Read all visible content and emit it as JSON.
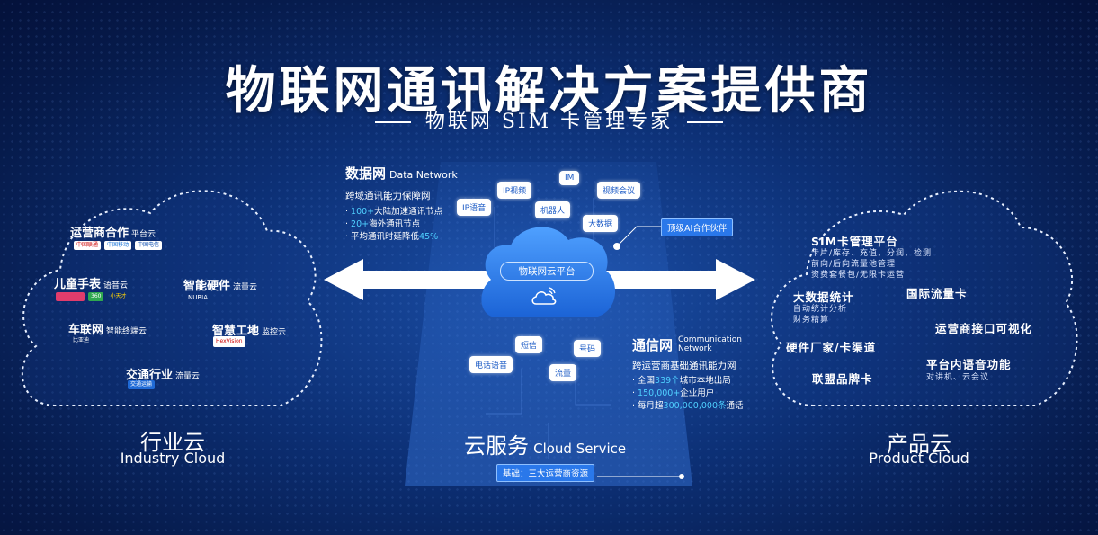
{
  "title": "物联网通讯解决方案提供商",
  "subtitle": "物联网 SIM 卡管理专家",
  "industry_cloud": {
    "label_cn": "行业云",
    "label_en": "Industry Cloud",
    "items": [
      {
        "name": "运营商合作",
        "suffix": "平台云"
      },
      {
        "name": "儿童手表",
        "suffix": "语音云"
      },
      {
        "name": "智能硬件",
        "suffix": "流量云"
      },
      {
        "name": "车联网",
        "suffix": "智能终端云"
      },
      {
        "name": "智慧工地",
        "suffix": "监控云"
      },
      {
        "name": "交通行业",
        "suffix": "流量云"
      }
    ],
    "logos": {
      "carrier": [
        "中国联通",
        "中国移动",
        "中国电信"
      ],
      "watch": [
        "360",
        "小天才"
      ],
      "hardware": "NUBIA",
      "car": "比亚迪",
      "site": "HexVision",
      "traffic": "交通运输"
    }
  },
  "data_network": {
    "title_cn": "数据网",
    "title_en": "Data Network",
    "desc": "跨域通讯能力保障网",
    "bullets": [
      {
        "pre": "· ",
        "hl": "100+",
        "post": "大陆加速通讯节点"
      },
      {
        "pre": "· ",
        "hl": "20+",
        "post": "海外通讯节点"
      },
      {
        "pre": "· 平均通讯时延降低",
        "hl": "45%",
        "post": ""
      }
    ]
  },
  "tags_top": [
    "IP语音",
    "IP视频",
    "IM",
    "视频会议",
    "机器人",
    "大数据"
  ],
  "ai_partner": "顶级AI合作伙伴",
  "center_cloud": "物联网云平台",
  "tags_bottom": [
    "电话语音",
    "短信",
    "号码",
    "流量"
  ],
  "comm_network": {
    "title_cn": "通信网",
    "title_en": "Communication Network",
    "desc": "跨运营商基础通讯能力网",
    "bullets": [
      {
        "pre": "· 全国",
        "hl": "339个",
        "post": "城市本地出局"
      },
      {
        "pre": "· ",
        "hl": "150,000+",
        "post": "企业用户"
      },
      {
        "pre": "· 每月超",
        "hl": "300,000,000条",
        "post": "通话"
      }
    ]
  },
  "cloud_service": {
    "label_cn": "云服务",
    "label_en": "Cloud Service",
    "base": "基础：三大运营商资源"
  },
  "product_cloud": {
    "label_cn": "产品云",
    "label_en": "Product Cloud",
    "sim_title": "SIM卡管理平台",
    "sim_lines": [
      "卡片/库存、充值、分润、检测",
      "前向/后向流量池管理",
      "资费套餐包/无限卡运营"
    ],
    "bigdata_title": "大数据统计",
    "bigdata_lines": [
      "自动统计分析",
      "财务精算"
    ],
    "intl": "国际流量卡",
    "visual": "运营商接口可视化",
    "hardware": "硬件厂家/卡渠道",
    "voice": "平台内语音功能",
    "voice_sub": "对讲机、云会议",
    "brand": "联盟品牌卡"
  }
}
